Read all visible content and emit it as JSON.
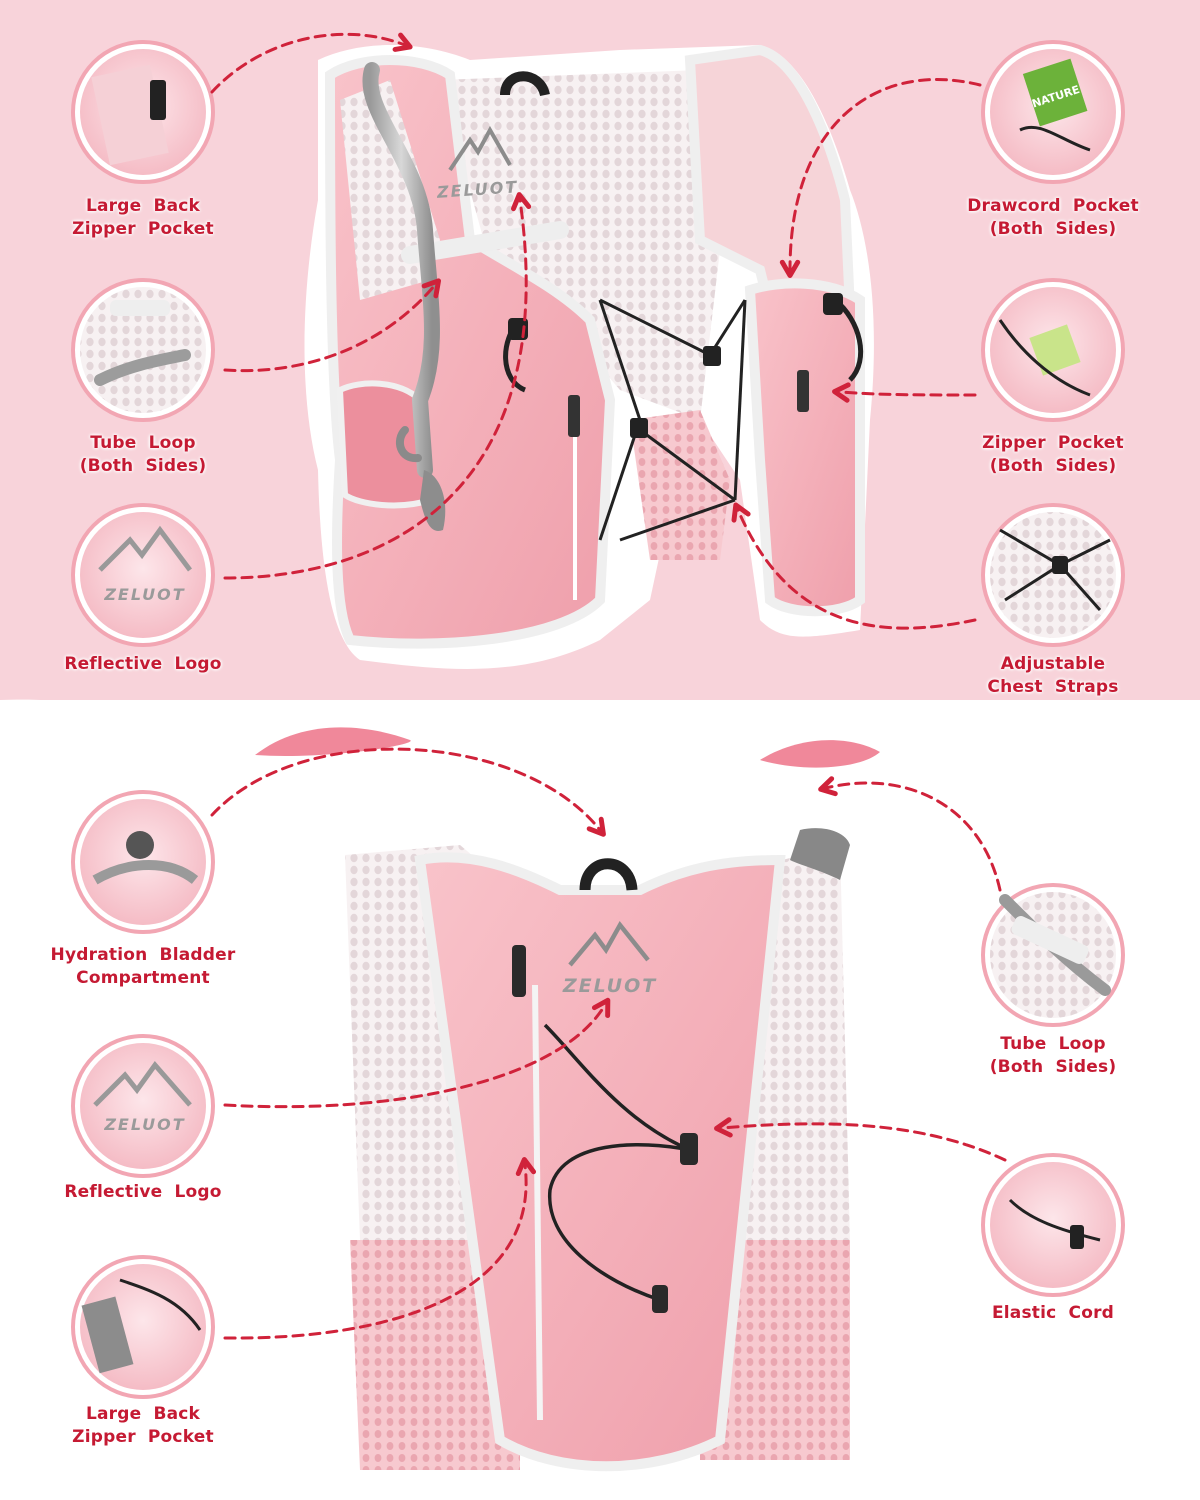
{
  "brand": {
    "name": "ZELUOT",
    "callout_brand": "ZELUOT",
    "snack_label": "NATURE"
  },
  "colors": {
    "background_top": "#f8d3da",
    "background_bottom": "#ffffff",
    "wave_accent": "#f0889a",
    "vest_pink": "#f6b1b9",
    "vest_pink_dark": "#e99aa5",
    "trim_white": "#f2f2f4",
    "mesh": "#f6eef0",
    "arrow_red": "#d0223a",
    "label_red": "#c51a33",
    "circle_ring": "#f2a6b3"
  },
  "icons": {
    "arrow": "arrowhead-chevron-icon",
    "logo": "mountain-logo-icon",
    "bladder_tube": "hydration-tube-icon"
  },
  "top_section": {
    "callouts_left": [
      {
        "line1": "Large  Back",
        "line2": "Zipper  Pocket"
      },
      {
        "line1": "Tube  Loop",
        "line2": "(Both  Sides)"
      },
      {
        "line1": "Reflective  Logo",
        "line2": ""
      }
    ],
    "callouts_right": [
      {
        "line1": "Drawcord  Pocket",
        "line2": "(Both  Sides)"
      },
      {
        "line1": "Zipper  Pocket",
        "line2": "(Both  Sides)"
      },
      {
        "line1": "Adjustable",
        "line2": "Chest  Straps"
      }
    ]
  },
  "bottom_section": {
    "callouts_left": [
      {
        "line1": "Hydration  Bladder",
        "line2": "Compartment"
      },
      {
        "line1": "Reflective  Logo",
        "line2": ""
      },
      {
        "line1": "Large  Back",
        "line2": "Zipper  Pocket"
      }
    ],
    "callouts_right": [
      {
        "line1": "Tube  Loop",
        "line2": "(Both  Sides)"
      },
      {
        "line1": "Elastic  Cord",
        "line2": ""
      }
    ]
  }
}
